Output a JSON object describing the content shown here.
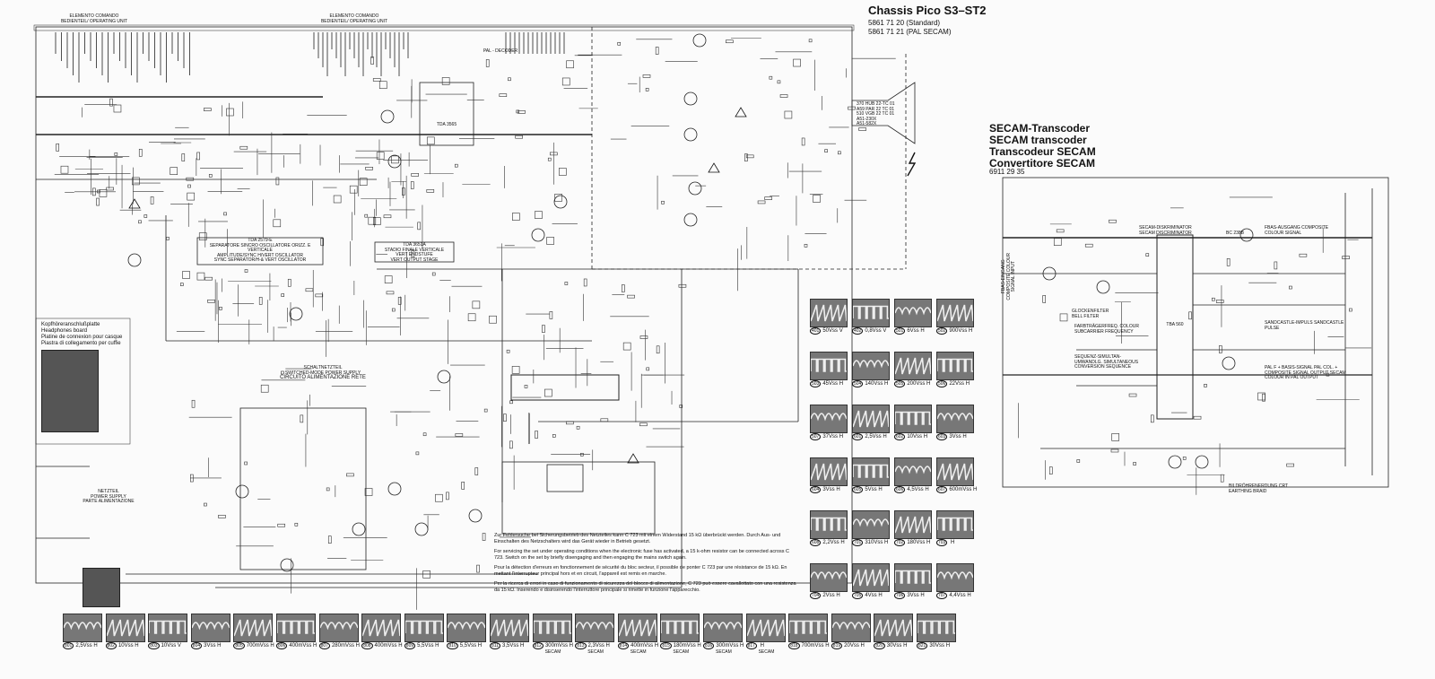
{
  "header": {
    "title": "Chassis Pico S3–ST2",
    "lines": [
      "5861 71 20 (Standard)",
      "5861 71 21 (PAL SECAM)"
    ]
  },
  "secam": {
    "titles": [
      "SECAM-Transcoder",
      "SECAM transcoder",
      "Transcodeur SECAM",
      "Convertitore SECAM"
    ],
    "code": "6911 29 35",
    "left_input": "FBAS-EINGANG COMPOSITE COLOUR SIGNAL INPUT",
    "outputs": [
      "FBAS-AUSGANG COMPOSITE COLOUR SIGNAL",
      "SANDCASTLE-IMPULS SANDCASTLE PULSE",
      "PAL F + BASIS-SIGNAL PAL COL. + COMPOSITE SIGNAL OUTPUT SECAM COLOUR IN PAL OUTPUT"
    ],
    "block_labels": [
      "SECAM-DISKRIMINATOR SECAM DISCRIMINATOR",
      "GLOCKENFILTER BELL FILTER",
      "FARBTRÄGERFREQ. COLOUR SUBCARRIER FREQUENCY",
      "SEQUENZ-SIMULTAN-UMWANDLG. SIMULTANEOUS CONVERSION SEQUENCE",
      "TBA 560",
      "BC 238B"
    ],
    "bottom_label": "BILDRÖHRENERDUNG CRT EARTHING BRAID"
  },
  "blocks": {
    "tda2579": [
      "TDA 2579-E",
      "SEPARATORE SINCRO OSCILLATORE ORIZZ. E VERTICALE",
      "AMPLITUDE/SYNC H/VERT OSCILLATOR",
      "SYNC SEPARATOR/H-& VERT OSCILLATOR"
    ],
    "tda3651": [
      "TDA 3651A",
      "STADIO FINALE VERTICALE",
      "VERT ENDSTUFE",
      "VERT OUTPUT STAGE"
    ],
    "smps": [
      "SCHALTNETZTEIL",
      "SWITCHED-MODE POWER SUPPLY",
      "CIRCUITO ALIMENTAZIONE RETE"
    ],
    "netzteil": [
      "NETZTEIL",
      "POWER SUPPLY",
      "PARTE ALIMENTAZIONE"
    ],
    "pal_decoder": "PAL - DECODER",
    "tda3565": "TDA 3565",
    "crt": [
      "370 HUB 22-TC 01",
      "A59 PAR 22 TC 01",
      "510 VGB 22 TC 01",
      "A51-230X",
      "A51-582X"
    ],
    "elemento1": [
      "ELEMENTO COMANDO",
      "BEDIENTEIL/ OPERATING UNIT"
    ],
    "elemento2": [
      "ELEMENTO COMANDO",
      "BEDIENTEIL/ OPERATING UNIT"
    ]
  },
  "headphones": [
    "Kopfhöreranschlußplatte",
    "Headphones board",
    "Platine de connexion pour casque",
    "Piastra di collegamento per cuffie"
  ],
  "notes": [
    "Zur Fehlersuche bei Sicherungsbetrieb des Netzteiles kann C 723 mit einem Widerstand 15 kΩ überbrückt werden. Durch Aus- und Einschalten des Netzschalters wird das Gerät wieder in Betrieb gesetzt.",
    "For servicing the set under operating conditions when the electronic fuse has activated, a 15 k-ohm resistor can be connected across C 723. Switch on the set by briefly disengaging and then engaging the mains switch again.",
    "Pour la détection d'erreurs en fonctionnement de sécurité du bloc secteur, il possible de ponter C 723 par une résistance de 15 kΩ. En mettant l'interrupteur principal hors et en circuit, l'appareil est remis en marche.",
    "Per la ricerca di errori in caso di funzionamento di sicurezza del blocco di alimentazione, C 723 può essere cavallottato con una resistenza da 15 kΩ. Inserendo e disinserendo l'interruttore principale si rimette in funzione l'apparecchio."
  ],
  "waveforms_grid": [
    {
      "n": "401",
      "v": "50Vss",
      "u": "V"
    },
    {
      "n": "402",
      "v": "0,8Vss",
      "u": "V"
    },
    {
      "n": "501",
      "v": "6Vss",
      "u": "H"
    },
    {
      "n": "502",
      "v": "900Vss",
      "u": "H"
    },
    {
      "n": "503",
      "v": "45Vss",
      "u": "H"
    },
    {
      "n": "504",
      "v": "140Vss",
      "u": "H"
    },
    {
      "n": "505",
      "v": "200Vss",
      "u": "H"
    },
    {
      "n": "506",
      "v": "22Vss",
      "u": "H"
    },
    {
      "n": "507",
      "v": "37Vss",
      "u": "H"
    },
    {
      "n": "601",
      "v": "2,5Vss",
      "u": "H"
    },
    {
      "n": "602",
      "v": "10Vss",
      "u": "H"
    },
    {
      "n": "603",
      "v": "3Vss",
      "u": "H"
    },
    {
      "n": "604",
      "v": "3Vss",
      "u": "H"
    },
    {
      "n": "605",
      "v": "5Vss",
      "u": "H"
    },
    {
      "n": "606",
      "v": "4,5Vss",
      "u": "H"
    },
    {
      "n": "607",
      "v": "600mVss",
      "u": "H"
    },
    {
      "n": "608",
      "v": "2,2Vss",
      "u": "H"
    },
    {
      "n": "701",
      "v": "310Vss",
      "u": "H"
    },
    {
      "n": "702",
      "v": "180Vss",
      "u": "H"
    },
    {
      "n": "703",
      "v": "",
      "u": "H"
    },
    {
      "n": "704",
      "v": "2Vss",
      "u": "H"
    },
    {
      "n": "705",
      "v": "4Vss",
      "u": "H"
    },
    {
      "n": "706",
      "v": "3Vss",
      "u": "H"
    },
    {
      "n": "707",
      "v": "4,4Vss",
      "u": "H"
    }
  ],
  "waveforms_bottom": [
    {
      "n": "801",
      "v": "2,5Vss",
      "u": "H"
    },
    {
      "n": "802",
      "v": "10Vss",
      "u": "H"
    },
    {
      "n": "803",
      "v": "10Vss",
      "u": "V"
    },
    {
      "n": "804",
      "v": "3Vss",
      "u": "H"
    },
    {
      "n": "805",
      "v": "700mVss",
      "u": "H"
    },
    {
      "n": "806",
      "v": "400mVss",
      "u": "H"
    },
    {
      "n": "807",
      "v": "280mVss",
      "u": "H"
    },
    {
      "n": "808",
      "v": "400mVss",
      "u": "H"
    },
    {
      "n": "809",
      "v": "5,5Vss",
      "u": "H"
    },
    {
      "n": "810",
      "v": "5,5Vss",
      "u": "H"
    },
    {
      "n": "811",
      "v": "3,5Vss",
      "u": "H"
    },
    {
      "n": "812",
      "v": "300mVss",
      "u": "H",
      "s": "SECAM"
    },
    {
      "n": "813",
      "v": "2,3Vss",
      "u": "H",
      "s": "SECAM"
    },
    {
      "n": "814",
      "v": "400mVss",
      "u": "H",
      "s": "SECAM"
    },
    {
      "n": "815",
      "v": "180mVss",
      "u": "H",
      "s": "SECAM"
    },
    {
      "n": "816",
      "v": "300mVss",
      "u": "H",
      "s": "SECAM"
    },
    {
      "n": "817",
      "v": "",
      "u": "H",
      "s": "SECAM"
    },
    {
      "n": "818",
      "v": "700mVss",
      "u": "H"
    },
    {
      "n": "819",
      "v": "20Vss",
      "u": "H"
    },
    {
      "n": "820",
      "v": "30Vss",
      "u": "H"
    },
    {
      "n": "821",
      "v": "30Vss",
      "u": "H"
    }
  ],
  "icons": {
    "crt": "crt-tube-icon",
    "warning": "warning-triangle-icon",
    "hv": "lightning-icon"
  }
}
